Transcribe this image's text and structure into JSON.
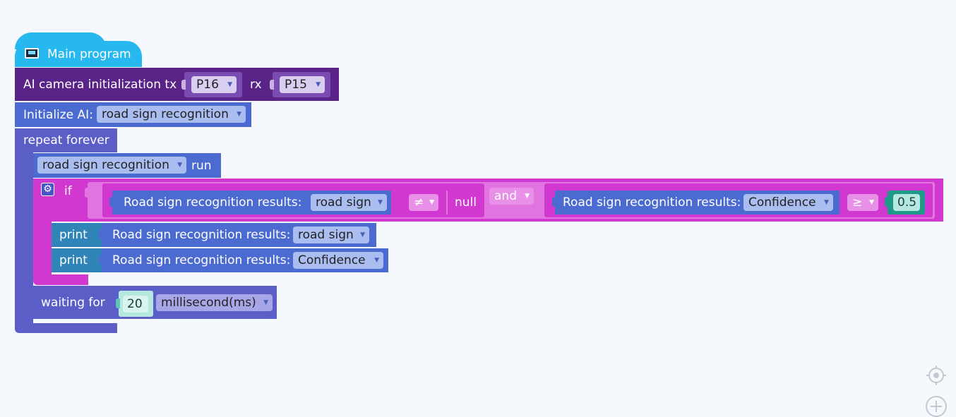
{
  "colors": {
    "background": "#f5f8fd",
    "event_hat": "#26b8ef",
    "camera_block": "#5a2387",
    "camera_slot": "#c7b3e3",
    "ai_block": "#4c6bd0",
    "ai_dropdown": "#a9bdf0",
    "loop_block": "#5b5ec7",
    "if_block": "#d038cf",
    "if_slot": "#e274e2",
    "print_block": "#2f84b8",
    "number_block": "#1f9a8a",
    "number_field": "#b5e8df"
  },
  "main": {
    "hat_label": "Main program",
    "hat_icon": "microcontroller-board-icon"
  },
  "camera_init": {
    "label": "AI camera initialization tx",
    "tx_value": "P16",
    "rx_label": "rx",
    "rx_value": "P15"
  },
  "initialize_ai": {
    "label": "Initialize AI:",
    "mode_value": "road sign recognition"
  },
  "repeat_forever": {
    "label": "repeat forever"
  },
  "run_block": {
    "mode_value": "road sign recognition",
    "run_label": "run"
  },
  "if_block": {
    "gear_icon": "gear-icon",
    "if_label": "if",
    "left_condition": {
      "label": "Road sign recognition results:",
      "field_value": "road sign",
      "operator": "≠",
      "compare_value": "null"
    },
    "logic_operator": "and",
    "right_condition": {
      "label": "Road sign recognition results:",
      "field_value": "Confidence",
      "operator": "≥",
      "compare_value": "0.5"
    }
  },
  "print_blocks": [
    {
      "print_label": "print",
      "result_label": "Road sign recognition results:",
      "field_value": "road sign"
    },
    {
      "print_label": "print",
      "result_label": "Road sign recognition results:",
      "field_value": "Confidence"
    }
  ],
  "wait_block": {
    "label": "waiting for",
    "value": "20",
    "unit_value": "millisecond(ms)"
  },
  "workspace_controls": {
    "recenter_icon": "crosshair-target-icon",
    "zoom_in_icon": "plus-circle-icon"
  }
}
